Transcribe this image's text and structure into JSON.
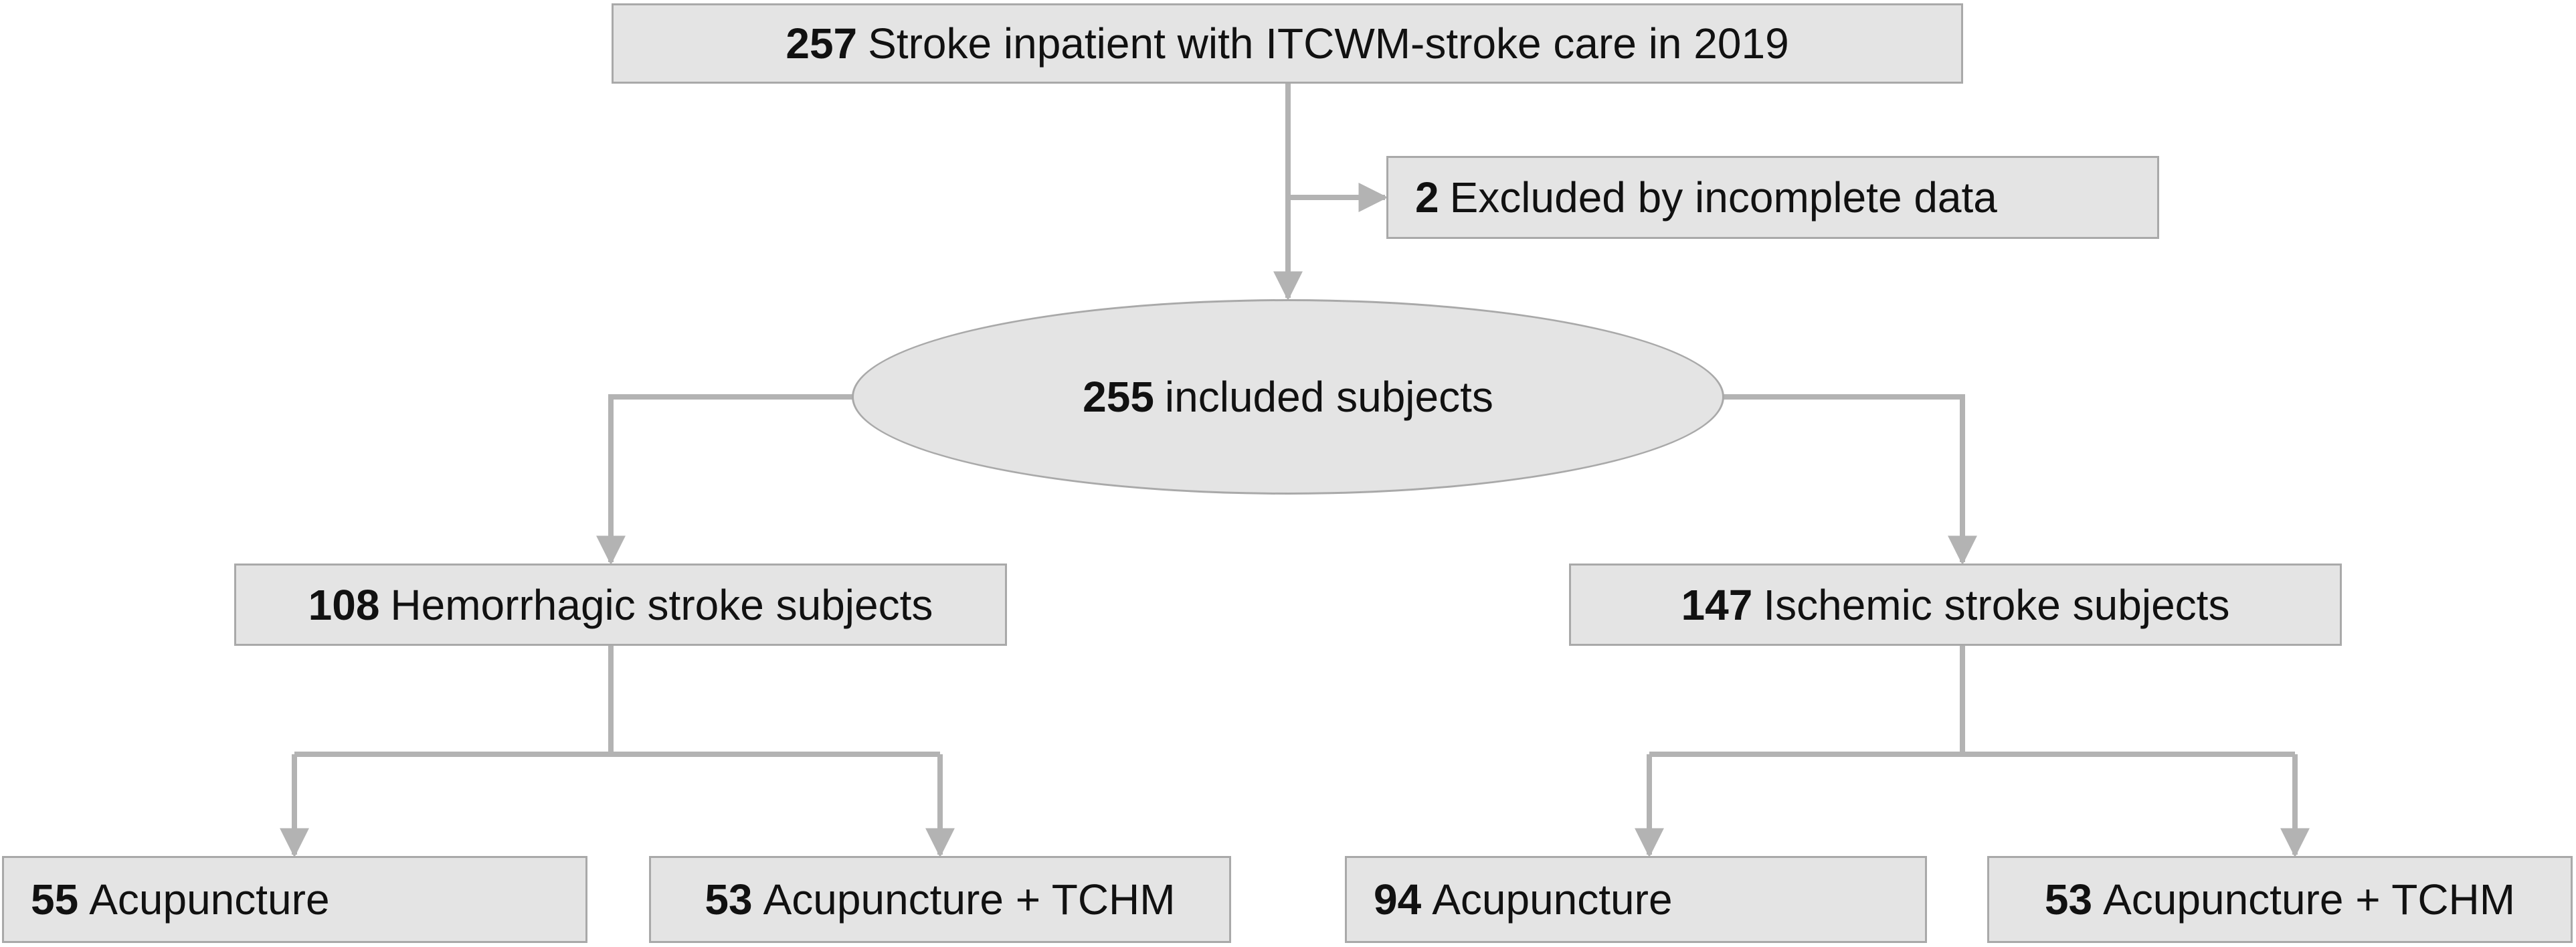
{
  "colors": {
    "box_fill": "#e4e4e4",
    "box_border": "#a9a9a9",
    "arrow": "#b3b3b3",
    "text": "#111111"
  },
  "nodes": {
    "enrolled": {
      "count": "257",
      "label": "Stroke inpatient with ITCWM-stroke care in 2019"
    },
    "excluded": {
      "count": "2",
      "label": "Excluded by incomplete data"
    },
    "included": {
      "count": "255",
      "label": "included subjects"
    },
    "hemorrhagic": {
      "count": "108",
      "label": "Hemorrhagic stroke subjects"
    },
    "ischemic": {
      "count": "147",
      "label": "Ischemic stroke subjects"
    },
    "hem_acu": {
      "count": "55",
      "label": "Acupuncture"
    },
    "hem_acu_tchm": {
      "count": "53",
      "label": "Acupuncture + TCHM"
    },
    "isc_acu": {
      "count": "94",
      "label": "Acupuncture"
    },
    "isc_acu_tchm": {
      "count": "53",
      "label": "Acupuncture + TCHM"
    }
  }
}
